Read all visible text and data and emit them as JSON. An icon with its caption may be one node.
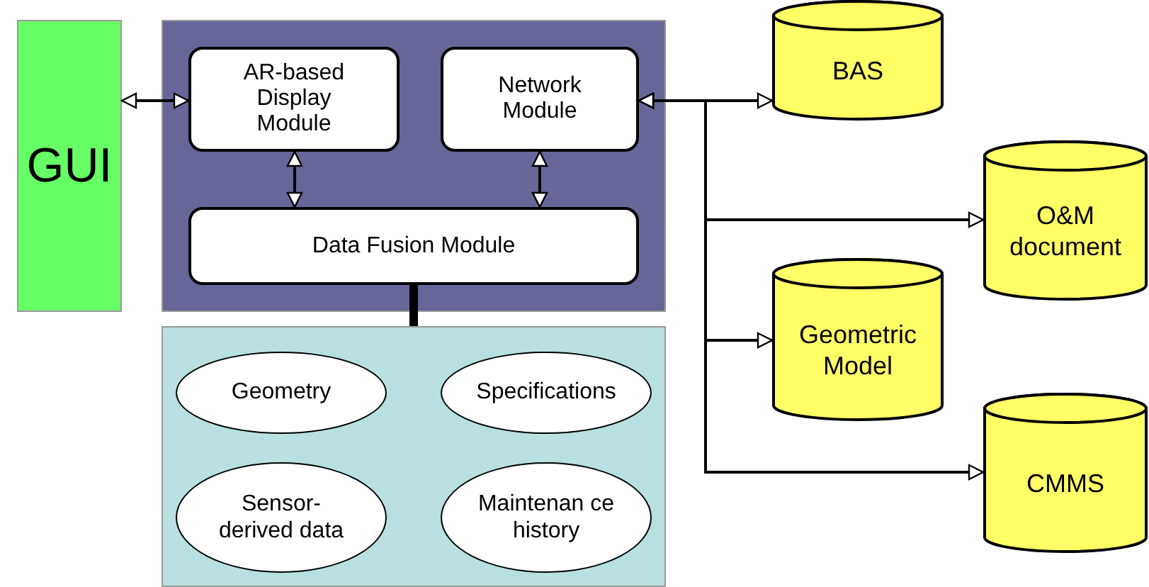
{
  "diagram": {
    "nodes": [
      {
        "text": [
          "GUI"
        ]
      },
      {
        "text": [],
        "shape": "box"
      },
      {
        "text": [
          "AR-based Display Module"
        ],
        "in": 1
      },
      {
        "text": [
          "Network Module"
        ],
        "in": 1
      },
      {
        "text": [
          "Data Fusion Module"
        ],
        "in": 1
      },
      {
        "text": [],
        "shape": "box"
      },
      {
        "text": [
          "Geometry"
        ],
        "in": 5
      },
      {
        "text": [
          "Specifications"
        ],
        "in": 5
      },
      {
        "text": [
          "Sensor- derived data"
        ],
        "in": 5
      },
      {
        "text": [
          "Maintenan ce history"
        ],
        "in": 5
      },
      {
        "text": [
          "BAS"
        ]
      },
      {
        "text": [
          "O&M document"
        ]
      },
      {
        "text": [
          "Geometric Model"
        ]
      },
      {
        "text": [
          "CMMS"
        ]
      }
    ],
    "edges": [
      {
        "from": 0,
        "to": 2,
        "arrow": "both"
      },
      {
        "from": 2,
        "to": 4,
        "arrow": "both"
      },
      {
        "from": 3,
        "to": 4,
        "arrow": "both"
      },
      {
        "from": 4,
        "to": 5,
        "arrow": "none",
        "style": "thick"
      },
      {
        "from": 3,
        "to": 10,
        "arrow": "both"
      },
      {
        "from": 3,
        "to": 11,
        "arrow": "both"
      },
      {
        "from": 3,
        "to": 12,
        "arrow": "both"
      },
      {
        "from": 3,
        "to": 13,
        "arrow": "both"
      }
    ]
  }
}
